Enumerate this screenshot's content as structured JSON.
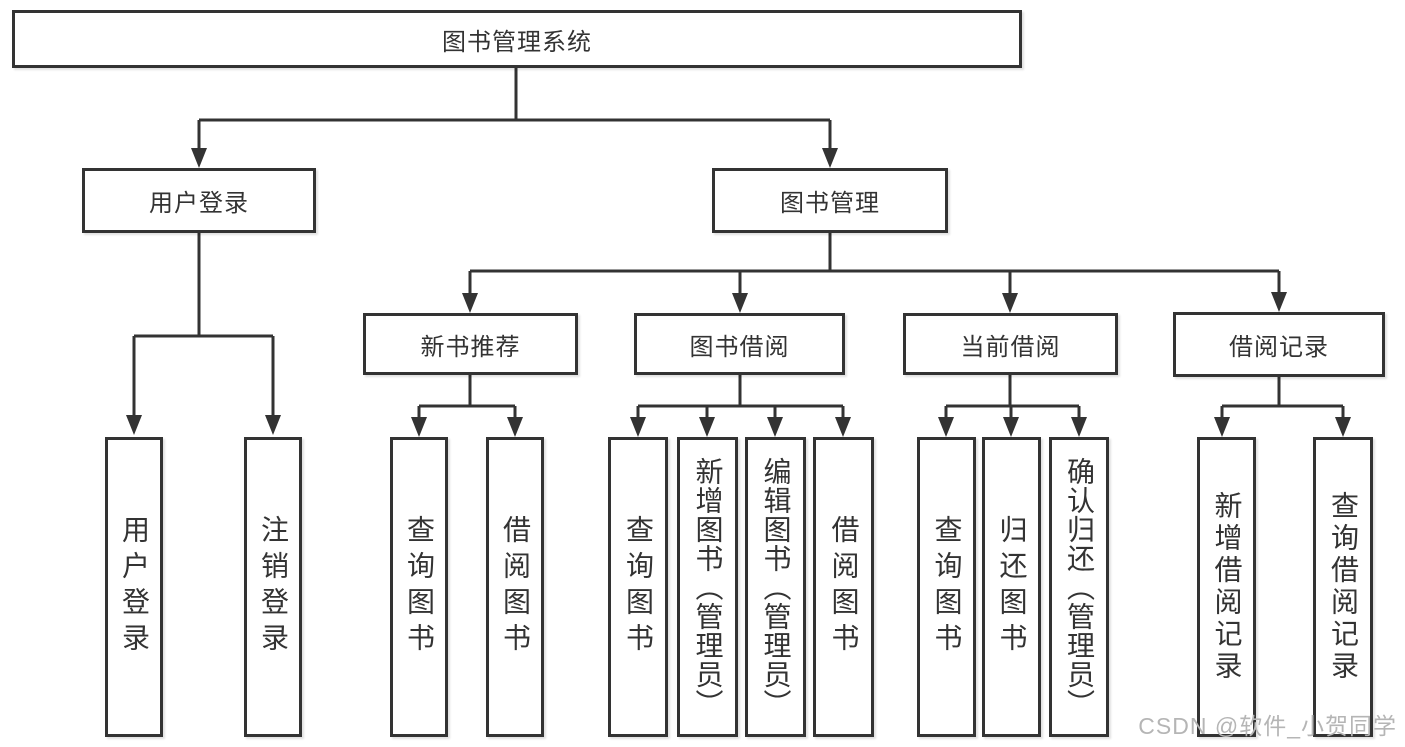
{
  "diagram": {
    "root": "图书管理系统",
    "branches": [
      {
        "label": "用户登录",
        "leaves": [
          "用户登录",
          "注销登录"
        ]
      },
      {
        "label": "图书管理",
        "children": [
          {
            "label": "新书推荐",
            "leaves": [
              "查询图书",
              "借阅图书"
            ]
          },
          {
            "label": "图书借阅",
            "leaves": [
              "查询图书",
              "新增图书（管理员）",
              "编辑图书（管理员）",
              "借阅图书"
            ]
          },
          {
            "label": "当前借阅",
            "leaves": [
              "查询图书",
              "归还图书",
              "确认归还（管理员）"
            ]
          },
          {
            "label": "借阅记录",
            "leaves": [
              "新增借阅记录",
              "查询借阅记录"
            ]
          }
        ]
      }
    ]
  },
  "watermark": {
    "text": "CSDN @软件_小贺同学"
  },
  "colors": {
    "line": "#333333",
    "border": "#333333",
    "text": "#333333",
    "watermark": "#b5b5b5",
    "background": "#ffffff"
  }
}
